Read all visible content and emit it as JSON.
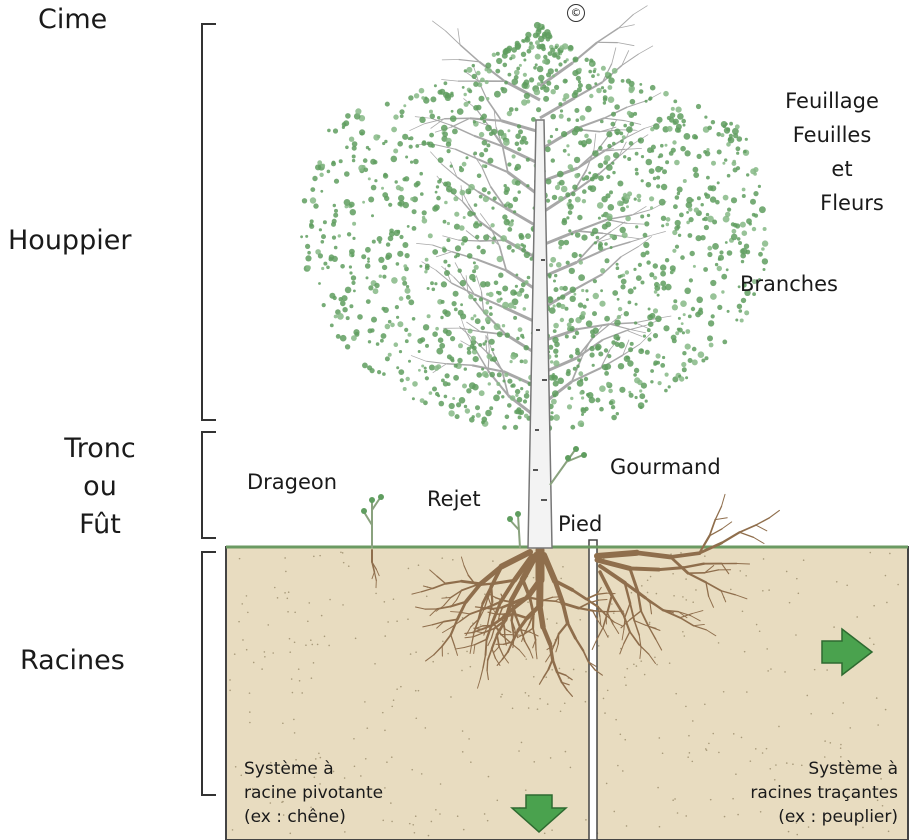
{
  "zones": {
    "cime": "Cime",
    "houppier": "Houppier",
    "tronc": [
      "Tronc",
      "ou",
      "Fût"
    ],
    "racines": "Racines"
  },
  "parts": {
    "feuillage": [
      "Feuillage",
      "Feuilles",
      "et",
      "Fleurs"
    ],
    "branches": "Branches",
    "gourmand": "Gourmand",
    "drageon": "Drageon",
    "rejet": "Rejet",
    "pied": "Pied"
  },
  "root_systems": {
    "pivot": [
      "Système à",
      "racine pivotante",
      "(ex : chêne)"
    ],
    "tracant": [
      "Système à",
      "racines traçantes",
      "(ex : peuplier)"
    ]
  },
  "copyright_symbol": "©",
  "colors": {
    "foliage": "#5f9d5f",
    "branch": "#a8a8a8",
    "trunk": "#f2f2f2",
    "soil": "#e8dcc0",
    "root": "#8f6e4c",
    "arrow": "#4aa24e",
    "bracket": "#333333"
  },
  "icons": {
    "pivot_arrow": "arrow-down-icon",
    "tracant_arrow": "arrow-right-icon"
  }
}
